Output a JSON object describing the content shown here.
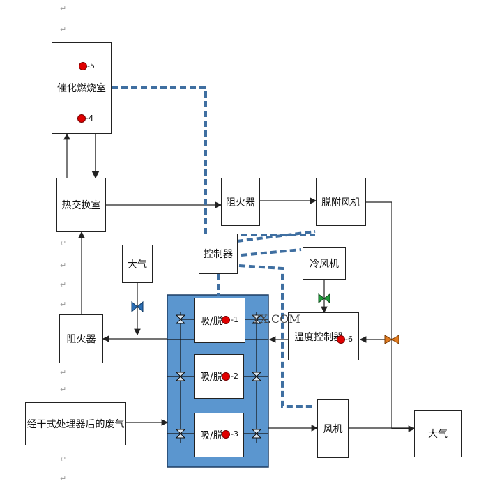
{
  "nodes": {
    "catalytic_chamber": "催化燃烧室",
    "heat_exchanger": "热交换室",
    "flame_arrester_1": "阻火器",
    "desorption_fan": "脱附风机",
    "controller": "控制器",
    "atmosphere_top": "大气",
    "cold_fan": "冷风机",
    "flame_arrester_2": "阻火器",
    "temp_controller": "温度控制器",
    "waste_gas": "经干式处理器后的废气",
    "fan": "风机",
    "atmosphere_right": "大气",
    "adsorber_1": "吸/脱",
    "adsorber_2": "吸/脱",
    "adsorber_3": "吸/脱"
  },
  "sensor_labels": {
    "s5": "-5",
    "s4": "-4",
    "s1": "-1",
    "s2": "-2",
    "s3": "-3",
    "s6": "-6"
  },
  "watermark": "YX.COM",
  "paragraph_mark": "↵",
  "colors": {
    "adsorber_panel": "#5b96cf",
    "control_line": "#3f6fa1",
    "sensor": "#e00000",
    "valve_blue": "#2c6fb5",
    "valve_green": "#1f9a3a",
    "valve_orange": "#e07a1f"
  }
}
